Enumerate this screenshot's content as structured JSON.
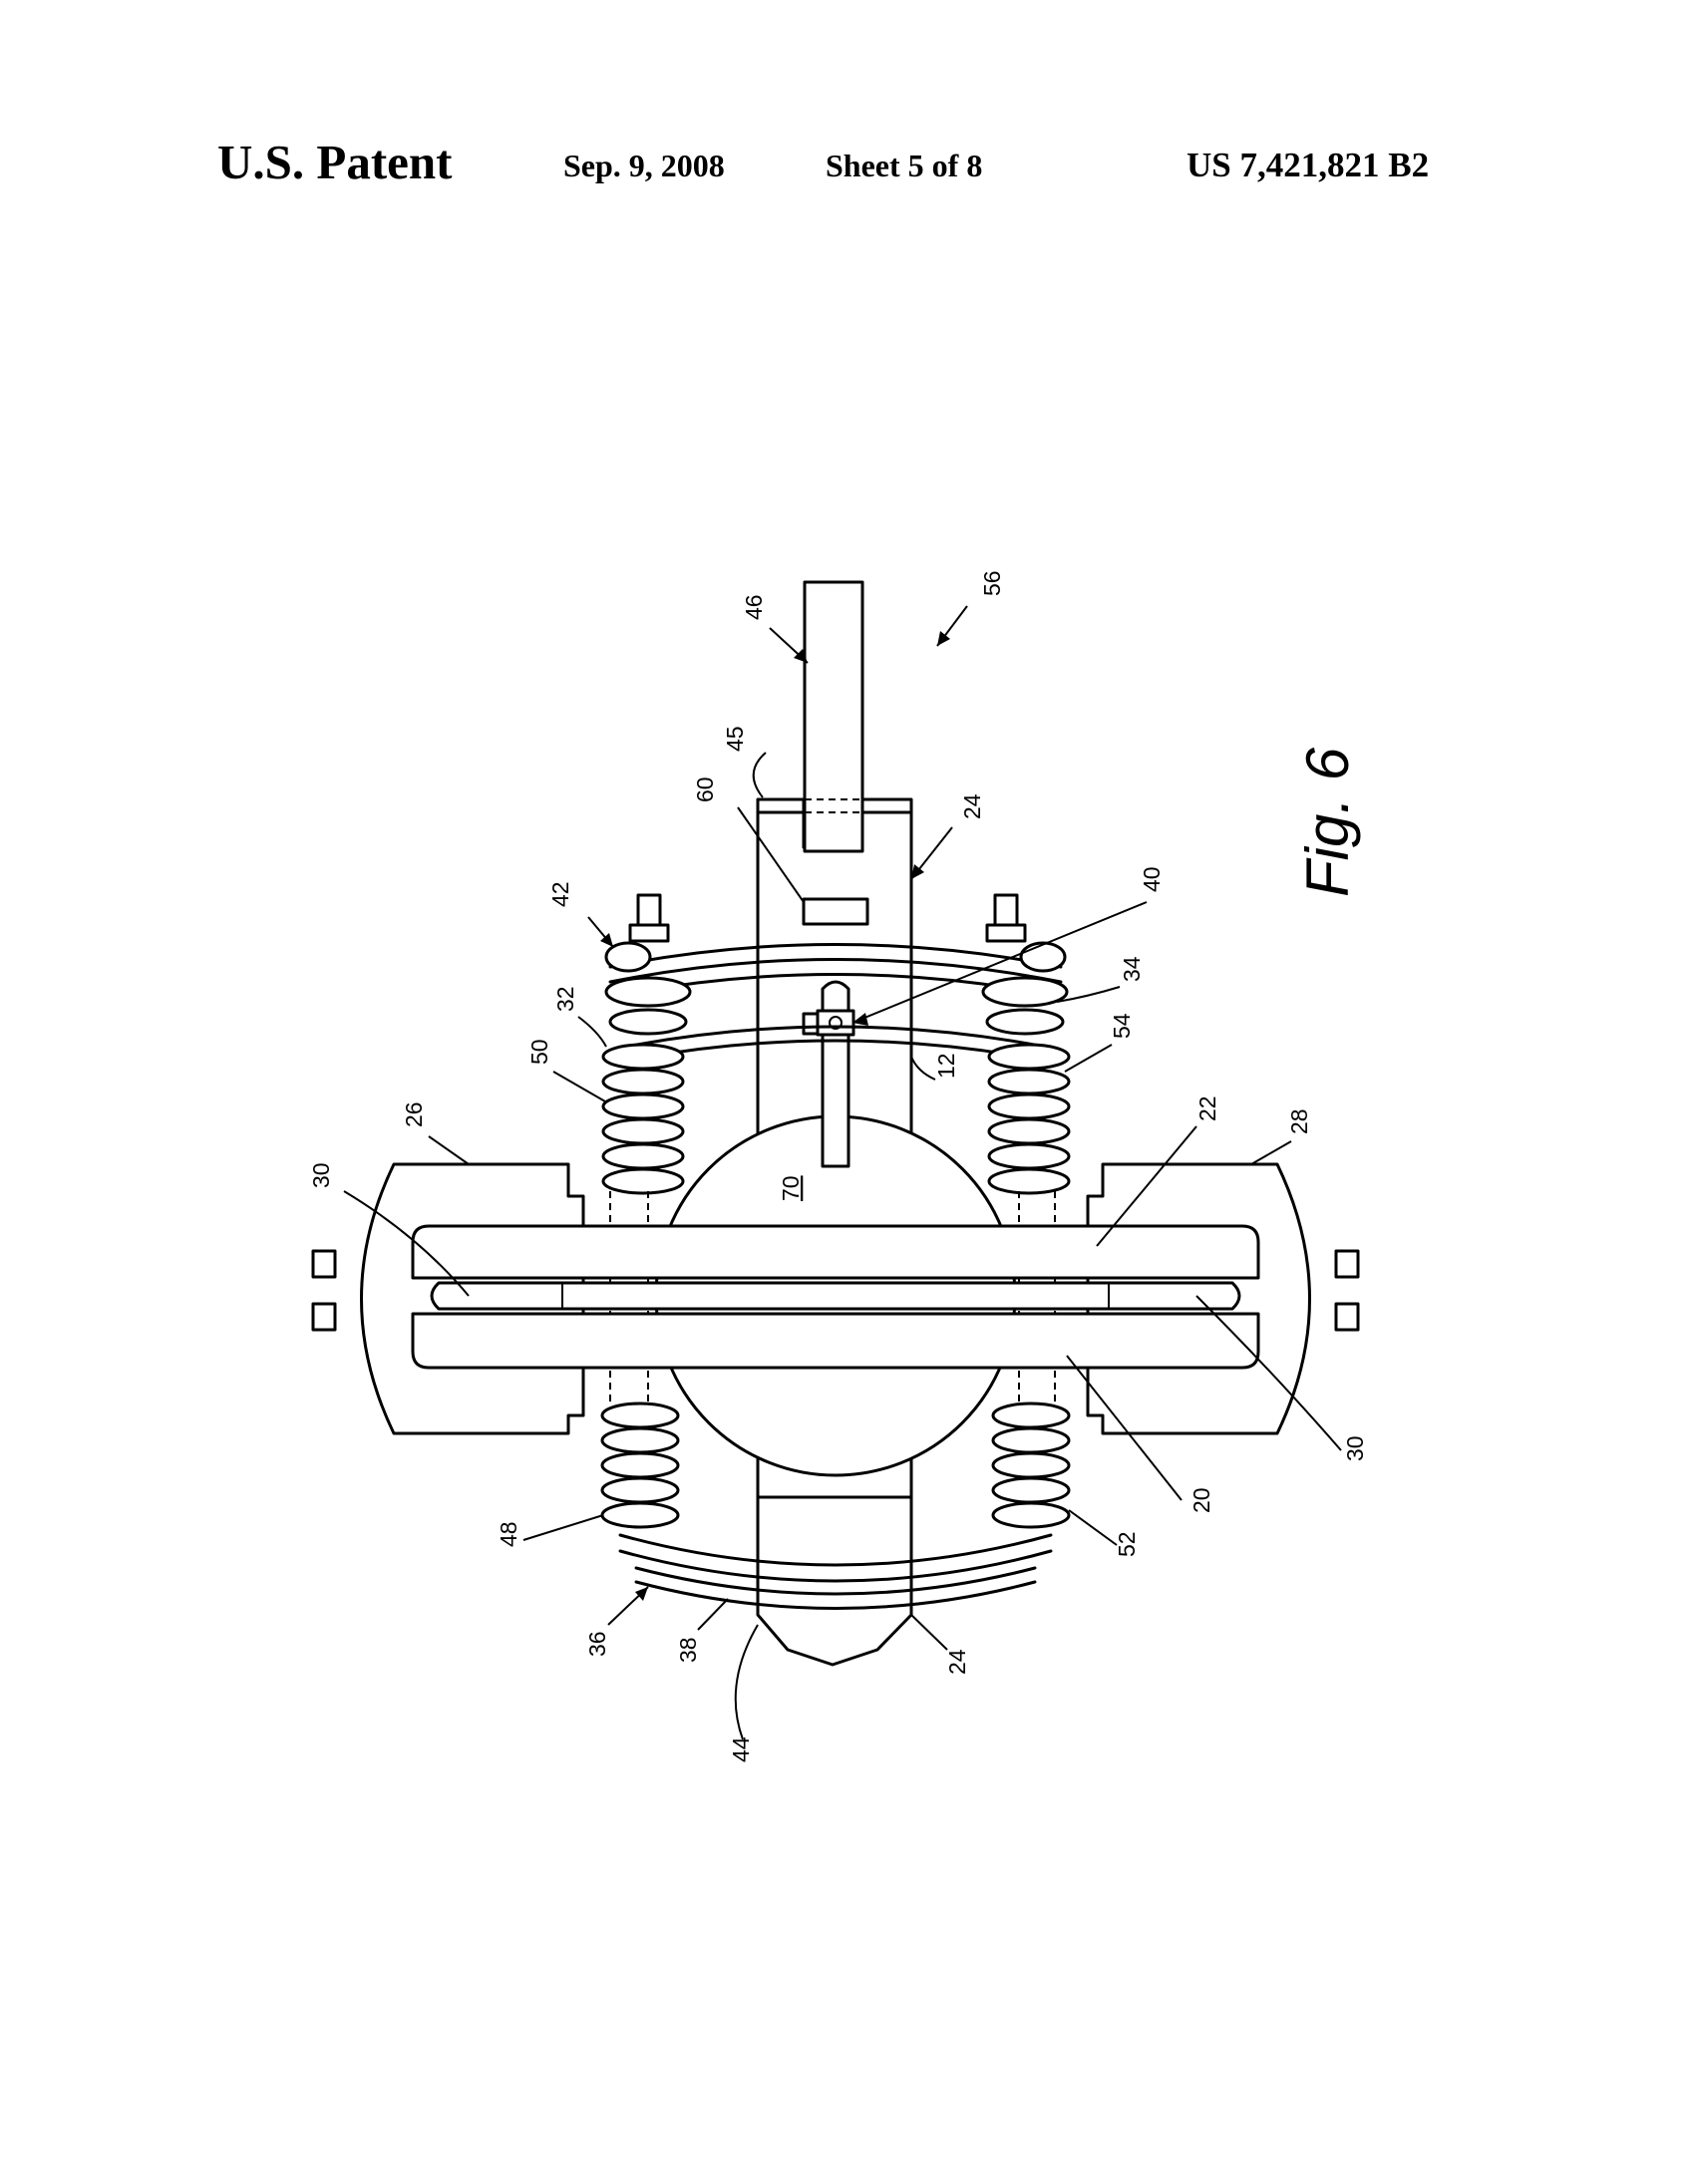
{
  "header": {
    "publication": "U.S. Patent",
    "date": "Sep. 9, 2008",
    "sheet": "Sheet 5 of 8",
    "patent_number": "US 7,421,821 B2"
  },
  "figure": {
    "label": "Fig. 6",
    "reference_numerals": [
      "56",
      "46",
      "45",
      "60",
      "24",
      "42",
      "40",
      "34",
      "32",
      "12",
      "54",
      "50",
      "22",
      "26",
      "28",
      "30",
      "70",
      "20",
      "48",
      "52",
      "36",
      "38",
      "24",
      "44",
      "30"
    ]
  }
}
